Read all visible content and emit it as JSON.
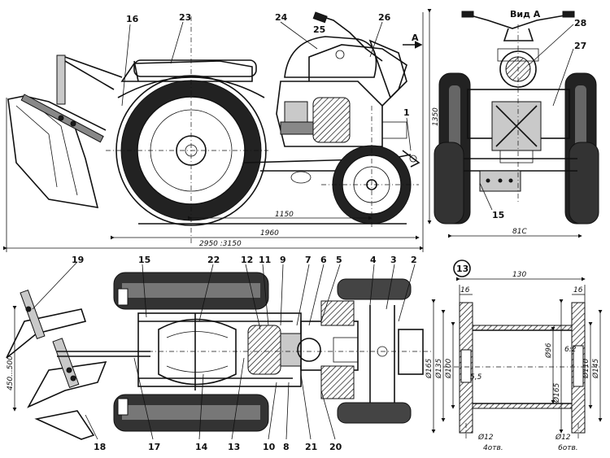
{
  "view_label": "Вид А",
  "arrow_label": "A",
  "detail_number": "13",
  "callouts": {
    "c1": "1",
    "c2": "2",
    "c3": "3",
    "c4": "4",
    "c5": "5",
    "c6": "6",
    "c7": "7",
    "c8": "8",
    "c9": "9",
    "c10": "10",
    "c11": "11",
    "c12": "12",
    "c13": "13",
    "c14": "14",
    "c15": "15",
    "c15b": "15",
    "c16": "16",
    "c17": "17",
    "c18": "18",
    "c19": "19",
    "c20": "20",
    "c21": "21",
    "c22": "22",
    "c23": "23",
    "c24": "24",
    "c25": "25",
    "c26": "26",
    "c27": "27",
    "c28": "28"
  },
  "dimensions": {
    "d1150": "1150",
    "d1960": "1960",
    "d2950": "2950 :3150",
    "d1350": "1350",
    "d810": "81С",
    "d450": "450...500",
    "d130": "130",
    "d16a": "16",
    "d16b": "16",
    "d165a": "Ø165",
    "d135": "Ø135",
    "d100": "Ø100",
    "d55": "5,5",
    "d96": "Ø96",
    "d165b": "Ø165",
    "d62": "6:2",
    "d110": "Ø110",
    "d145": "Ø145",
    "d12a": "Ø12",
    "d12b": "Ø12",
    "holes4": "4отв.",
    "holes6": "6отв."
  }
}
